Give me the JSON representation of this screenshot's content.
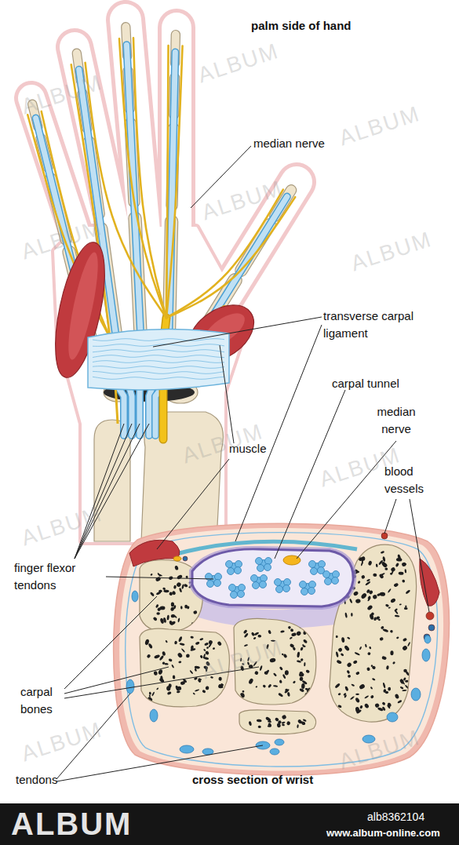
{
  "diagram": {
    "labels": [
      "palm side of hand",
      "median nerve",
      "transverse carpal ligament",
      "carpal tunnel",
      "median nerve",
      "blood vessels",
      "muscle",
      "finger flexor tendons",
      "carpal bones",
      "tendons",
      "cross section of wrist",
      "ALBUM",
      "alb8362104",
      "www.album-online.com",
      "ALBUM",
      "ALBUM",
      "ALBUM",
      "ALBUM",
      "ALBUM",
      "ALBUM",
      "ALBUM",
      "ALBUM",
      "ALBUM",
      "ALBUM",
      "ALBUM",
      "ALBUM"
    ]
  }
}
